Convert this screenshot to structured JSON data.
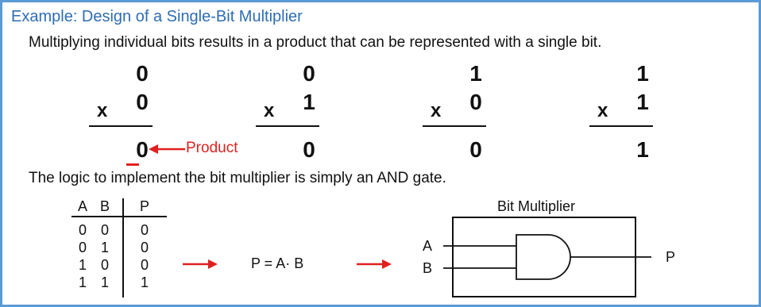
{
  "title": "Example: Design of a Single-Bit Multiplier",
  "subtitle": "Multiplying individual bits results in a product that can be represented with a single bit.",
  "multiplications": [
    {
      "top": "0",
      "bottom": "0",
      "result": "0"
    },
    {
      "top": "0",
      "bottom": "1",
      "result": "0"
    },
    {
      "top": "1",
      "bottom": "0",
      "result": "0"
    },
    {
      "top": "1",
      "bottom": "1",
      "result": "1"
    }
  ],
  "times_symbol": "x",
  "product_label": "Product",
  "logic_text": "The logic to implement the bit multiplier is simply an AND gate.",
  "truth_table": {
    "headers": [
      "A",
      "B",
      "P"
    ],
    "rows": [
      [
        "0",
        "0",
        "0"
      ],
      [
        "0",
        "1",
        "0"
      ],
      [
        "1",
        "0",
        "0"
      ],
      [
        "1",
        "1",
        "1"
      ]
    ]
  },
  "equation": "P = A· B",
  "bit_multiplier": {
    "title": "Bit Multiplier",
    "input_a": "A",
    "input_b": "B",
    "output": "P"
  },
  "colors": {
    "title": "#2e6db4",
    "frame": "#5b9bd5",
    "arrow": "#e02020"
  }
}
